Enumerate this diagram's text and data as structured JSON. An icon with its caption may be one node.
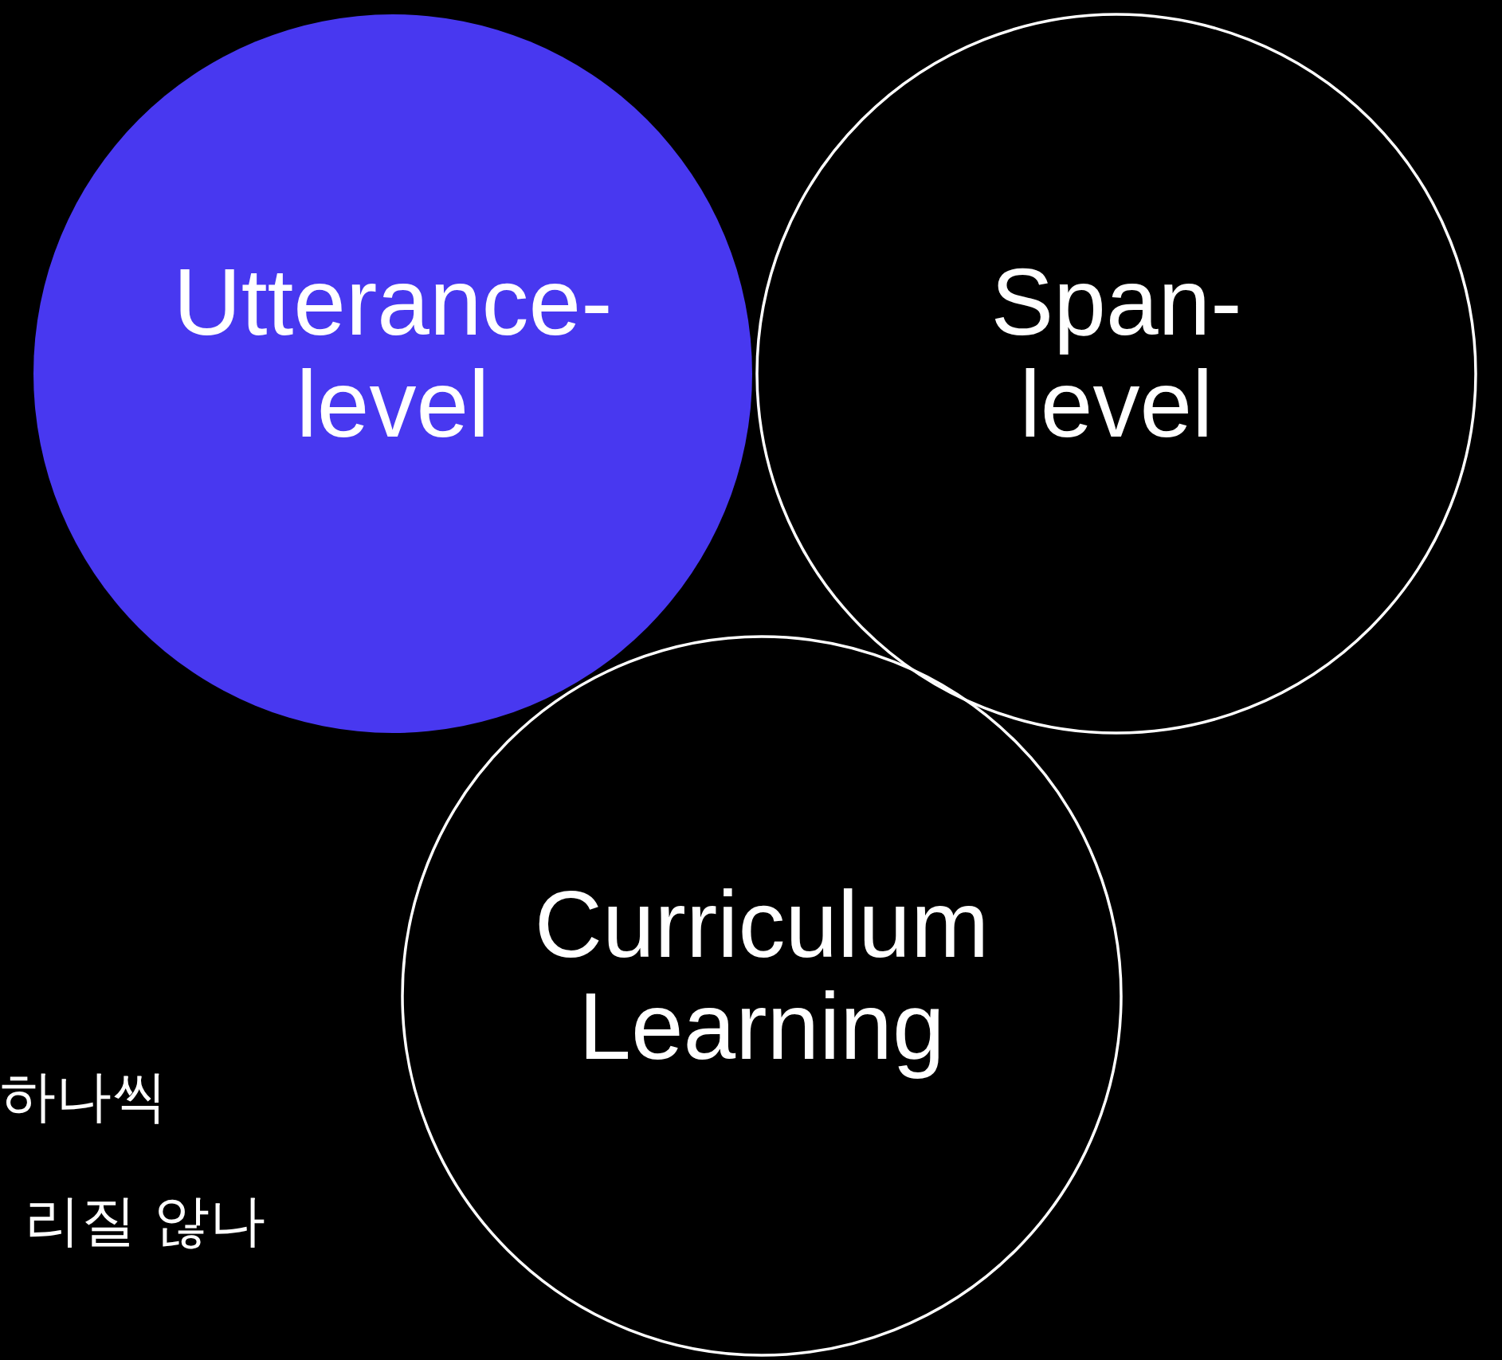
{
  "diagram": {
    "nodes": [
      {
        "text": [
          "Utterance-level"
        ]
      },
      {
        "text": [
          "Span-level"
        ]
      },
      {
        "text": [
          "Curriculum Learning"
        ]
      }
    ],
    "labels": [
      "하나씩",
      "리질 않나"
    ]
  }
}
